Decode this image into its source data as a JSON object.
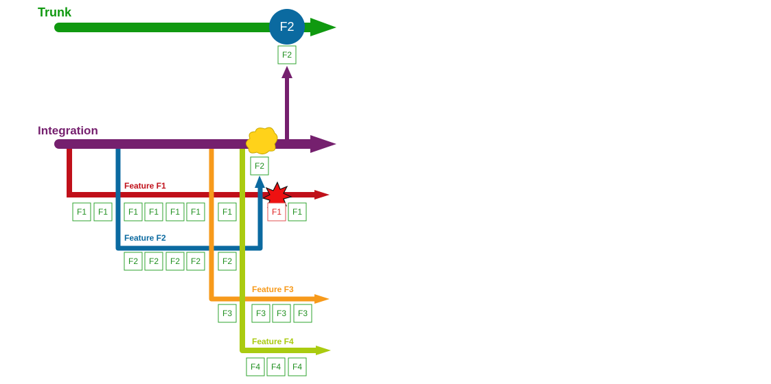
{
  "colors": {
    "trunk": "#109910",
    "integration": "#75206e",
    "f1": "#c0101a",
    "f2": "#0b6aa0",
    "f3": "#f79a1b",
    "f4": "#aacb10",
    "box_border": "#2ea32e",
    "box_text": "#1f8f1f",
    "box_bad_border": "#e05050",
    "box_bad_text": "#e02020",
    "cloud": "#ffd21a",
    "explosion": "#ee1111",
    "release_node": "#0b6aa0"
  },
  "lanes": {
    "trunk": "Trunk",
    "integration": "Integration",
    "f1": "Feature F1",
    "f2": "Feature F2",
    "f3": "Feature F3",
    "f4": "Feature F4"
  },
  "release": {
    "label": "F2",
    "box": "F2"
  },
  "merge_box": "F2",
  "row_f1": [
    "F1",
    "F1",
    "F1",
    "F1",
    "F1",
    "F1",
    "F1"
  ],
  "row_f1_after": [
    "F1",
    "F1"
  ],
  "row_f2": [
    "F2",
    "F2",
    "F2",
    "F2",
    "F2"
  ],
  "row_f3": [
    "F3",
    "F3",
    "F3",
    "F3"
  ],
  "row_f4": [
    "F4",
    "F4",
    "F4"
  ],
  "icons": {
    "conflict": "explosion-icon",
    "build": "cloud-icon"
  }
}
